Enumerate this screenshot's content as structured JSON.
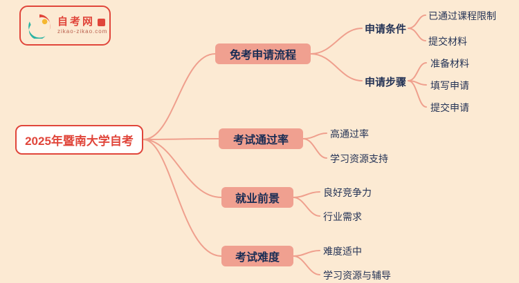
{
  "logo": {
    "title": "自考网",
    "subtitle": "zikao-zikao.com"
  },
  "root": {
    "label": "2025年暨南大学自考"
  },
  "branches": [
    {
      "label": "免考申请流程",
      "children": [
        {
          "label": "申请条件",
          "children": [
            {
              "label": "已通过课程限制"
            },
            {
              "label": "提交材料"
            }
          ]
        },
        {
          "label": "申请步骤",
          "children": [
            {
              "label": "准备材料"
            },
            {
              "label": "填写申请"
            },
            {
              "label": "提交申请"
            }
          ]
        }
      ]
    },
    {
      "label": "考试通过率",
      "children": [
        {
          "label": "高通过率"
        },
        {
          "label": "学习资源支持"
        }
      ]
    },
    {
      "label": "就业前景",
      "children": [
        {
          "label": "良好竞争力"
        },
        {
          "label": "行业需求"
        }
      ]
    },
    {
      "label": "考试难度",
      "children": [
        {
          "label": "难度适中"
        },
        {
          "label": "学习资源与辅导"
        }
      ]
    }
  ],
  "colors": {
    "background": "#fcead3",
    "accent-red": "#e0453a",
    "node-fill": "#f0a090",
    "node-text": "#182c54",
    "line": "#ef9f8d",
    "leaf-text": "#243356"
  }
}
